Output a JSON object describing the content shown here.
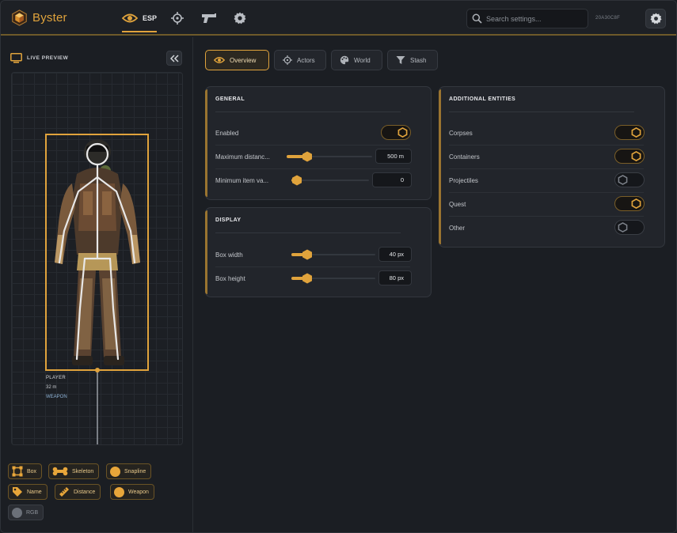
{
  "app": {
    "brand": "Byster",
    "nav": [
      {
        "label": "ESP",
        "icon": "eye-icon",
        "active": true
      },
      {
        "label": "",
        "icon": "crosshair-icon"
      },
      {
        "label": "",
        "icon": "pistol-icon"
      },
      {
        "label": "",
        "icon": "gear-icon"
      }
    ],
    "search_placeholder": "Search settings...",
    "build_id": "20A30C8F",
    "accent": "#e0a33c"
  },
  "preview": {
    "title": "LIVE PREVIEW",
    "player": {
      "name": "PLAYER",
      "distance": "32 m",
      "weapon": "WEAPON"
    },
    "chips": [
      {
        "label": "Box",
        "icon": "box-icon",
        "on": true
      },
      {
        "label": "Skeleton",
        "icon": "bone-icon",
        "on": true
      },
      {
        "label": "Snapline",
        "icon": "dot-icon",
        "on": true
      },
      {
        "label": "Name",
        "icon": "tag-icon",
        "on": true
      },
      {
        "label": "Distance",
        "icon": "ruler-icon",
        "on": true
      },
      {
        "label": "Weapon",
        "icon": "dot-icon",
        "on": true
      },
      {
        "label": "RGB",
        "icon": "dot-icon",
        "on": false
      }
    ]
  },
  "subtabs": [
    {
      "label": "Overview",
      "icon": "eye-icon",
      "active": true
    },
    {
      "label": "Actors",
      "icon": "crosshair-icon"
    },
    {
      "label": "World",
      "icon": "palette-icon"
    },
    {
      "label": "Stash",
      "icon": "funnel-icon"
    }
  ],
  "general": {
    "title": "GENERAL",
    "enabled_label": "Enabled",
    "enabled": true,
    "max_distance_label": "Maximum distanc...",
    "max_distance_value": "500 m",
    "max_distance_fraction": 0.2,
    "min_item_label": "Minimum item va...",
    "min_item_value": "0",
    "min_item_fraction": 0.0
  },
  "display": {
    "title": "DISPLAY",
    "box_width_label": "Box width",
    "box_width_value": "40 px",
    "box_width_fraction": 0.14,
    "box_height_label": "Box height",
    "box_height_value": "80 px",
    "box_height_fraction": 0.14
  },
  "additional": {
    "title": "ADDITIONAL ENTITIES",
    "items": [
      {
        "label": "Corpses",
        "on": true
      },
      {
        "label": "Containers",
        "on": true
      },
      {
        "label": "Projectiles",
        "on": false
      },
      {
        "label": "Quest",
        "on": true
      },
      {
        "label": "Other",
        "on": false
      }
    ]
  }
}
